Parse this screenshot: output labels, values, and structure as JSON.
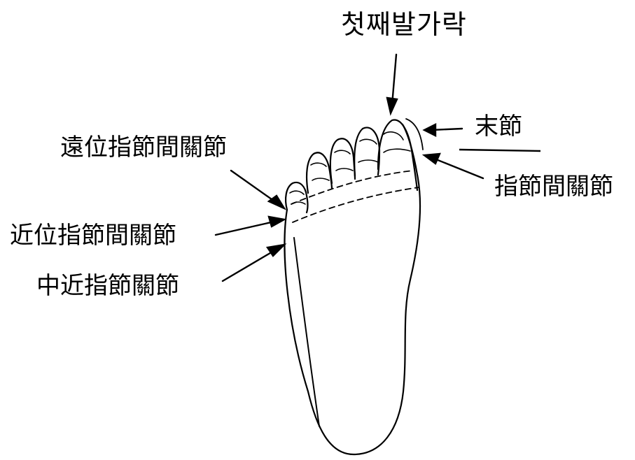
{
  "labels": {
    "first_toe": "첫째발가락",
    "distal_phalanx": "末節",
    "dip_joint": "遠位指節間關節",
    "ip_joint": "指節間關節",
    "pip_joint": "近位指節間關節",
    "mtp_joint": "中近指節關節"
  },
  "colors": {
    "line": "#000000",
    "background": "#ffffff"
  }
}
